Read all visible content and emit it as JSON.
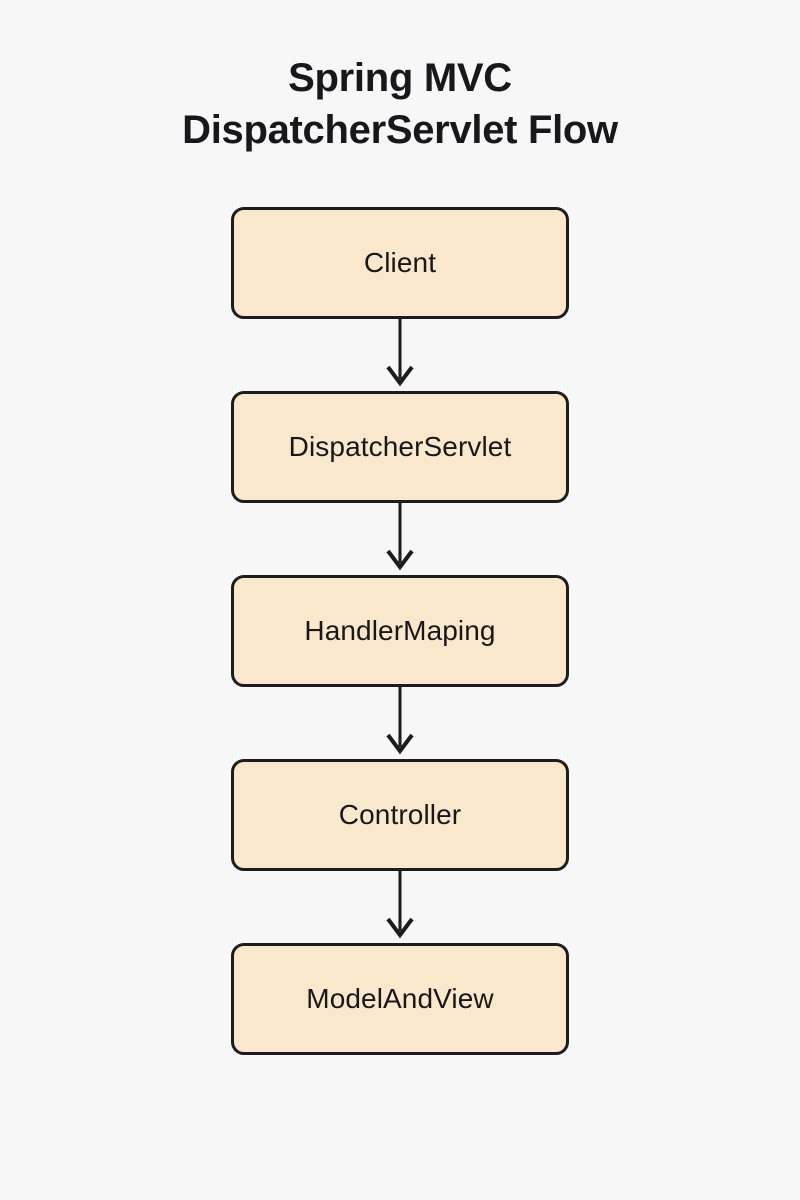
{
  "title": {
    "line1": "Spring MVC",
    "line2": "DispatcherServlet Flow",
    "full": "Spring MVC DispatcherServlet Flow"
  },
  "colors": {
    "background": "#F7F7F8",
    "node_fill": "#FAE8CD",
    "node_border": "#1C1C1E",
    "text": "#18181A",
    "arrow": "#1C1C1E"
  },
  "diagram": {
    "type": "flowchart",
    "orientation": "vertical",
    "node_count": 5,
    "connector_count": 4,
    "nodes": [
      {
        "id": "client",
        "label": "Client"
      },
      {
        "id": "dispatcher-servlet",
        "label": "DispatcherServlet"
      },
      {
        "id": "handler-maping",
        "label": "HandlerMaping"
      },
      {
        "id": "controller",
        "label": "Controller"
      },
      {
        "id": "model-and-view",
        "label": "ModelAndView"
      }
    ],
    "connectors": [
      {
        "from": "Client",
        "to": "DispatcherServlet",
        "style": "arrow-down"
      },
      {
        "from": "DispatcherServlet",
        "to": "HandlerMaping",
        "style": "arrow-down"
      },
      {
        "from": "HandlerMaping",
        "to": "Controller",
        "style": "arrow-down"
      },
      {
        "from": "Controller",
        "to": "ModelAndView",
        "style": "arrow-down"
      }
    ]
  }
}
